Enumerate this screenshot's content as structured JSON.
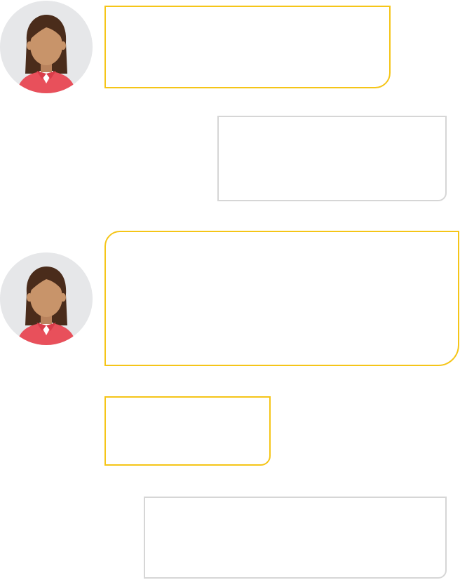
{
  "chat": {
    "agent": {
      "avatar_icon": "woman-avatar-icon",
      "accent_color": "#f5c518"
    },
    "user": {
      "border_color": "#d6d6d6"
    },
    "messages": [
      {
        "sender": "agent",
        "text": ""
      },
      {
        "sender": "user",
        "text": ""
      },
      {
        "sender": "agent",
        "text": ""
      },
      {
        "sender": "agent",
        "text": ""
      },
      {
        "sender": "user",
        "text": ""
      }
    ]
  }
}
